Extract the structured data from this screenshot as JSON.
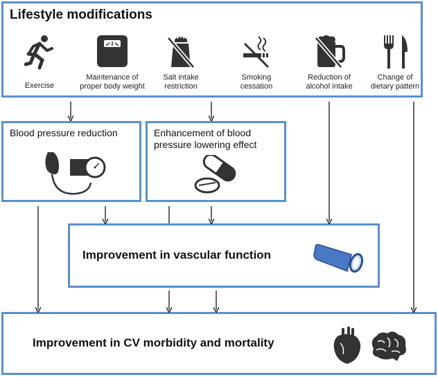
{
  "lifestyle": {
    "title": "Lifestyle modifications",
    "items": [
      {
        "label_line1": "Exercise",
        "label_line2": "",
        "icon": "running-person-icon"
      },
      {
        "label_line1": "Maintenance of",
        "label_line2": "proper body weight",
        "icon": "scale-icon"
      },
      {
        "label_line1": "Salt intake",
        "label_line2": "restriction",
        "icon": "no-salt-icon"
      },
      {
        "label_line1": "Smoking",
        "label_line2": "cessation",
        "icon": "no-smoking-icon"
      },
      {
        "label_line1": "Reduction of",
        "label_line2": "alcohol intake",
        "icon": "no-alcohol-icon"
      },
      {
        "label_line1": "Change of",
        "label_line2": "dietary pattern",
        "icon": "fork-knife-icon"
      }
    ]
  },
  "bp_reduction": {
    "label": "Blood pressure reduction",
    "icon": "sphygmomanometer-icon"
  },
  "enhancement": {
    "label_line1": "Enhancement of blood",
    "label_line2": "pressure lowering effect",
    "icon": "pills-icon"
  },
  "vascular": {
    "label": "Improvement in vascular function",
    "icon": "blood-vessel-icon"
  },
  "cv": {
    "label": "Improvement in CV morbidity and mortality",
    "icons": [
      "heart-icon",
      "brain-icon"
    ]
  },
  "colors": {
    "box_border": "#5b8fc9",
    "icon_fill": "#333333",
    "vessel_fill": "#4a78c4"
  }
}
